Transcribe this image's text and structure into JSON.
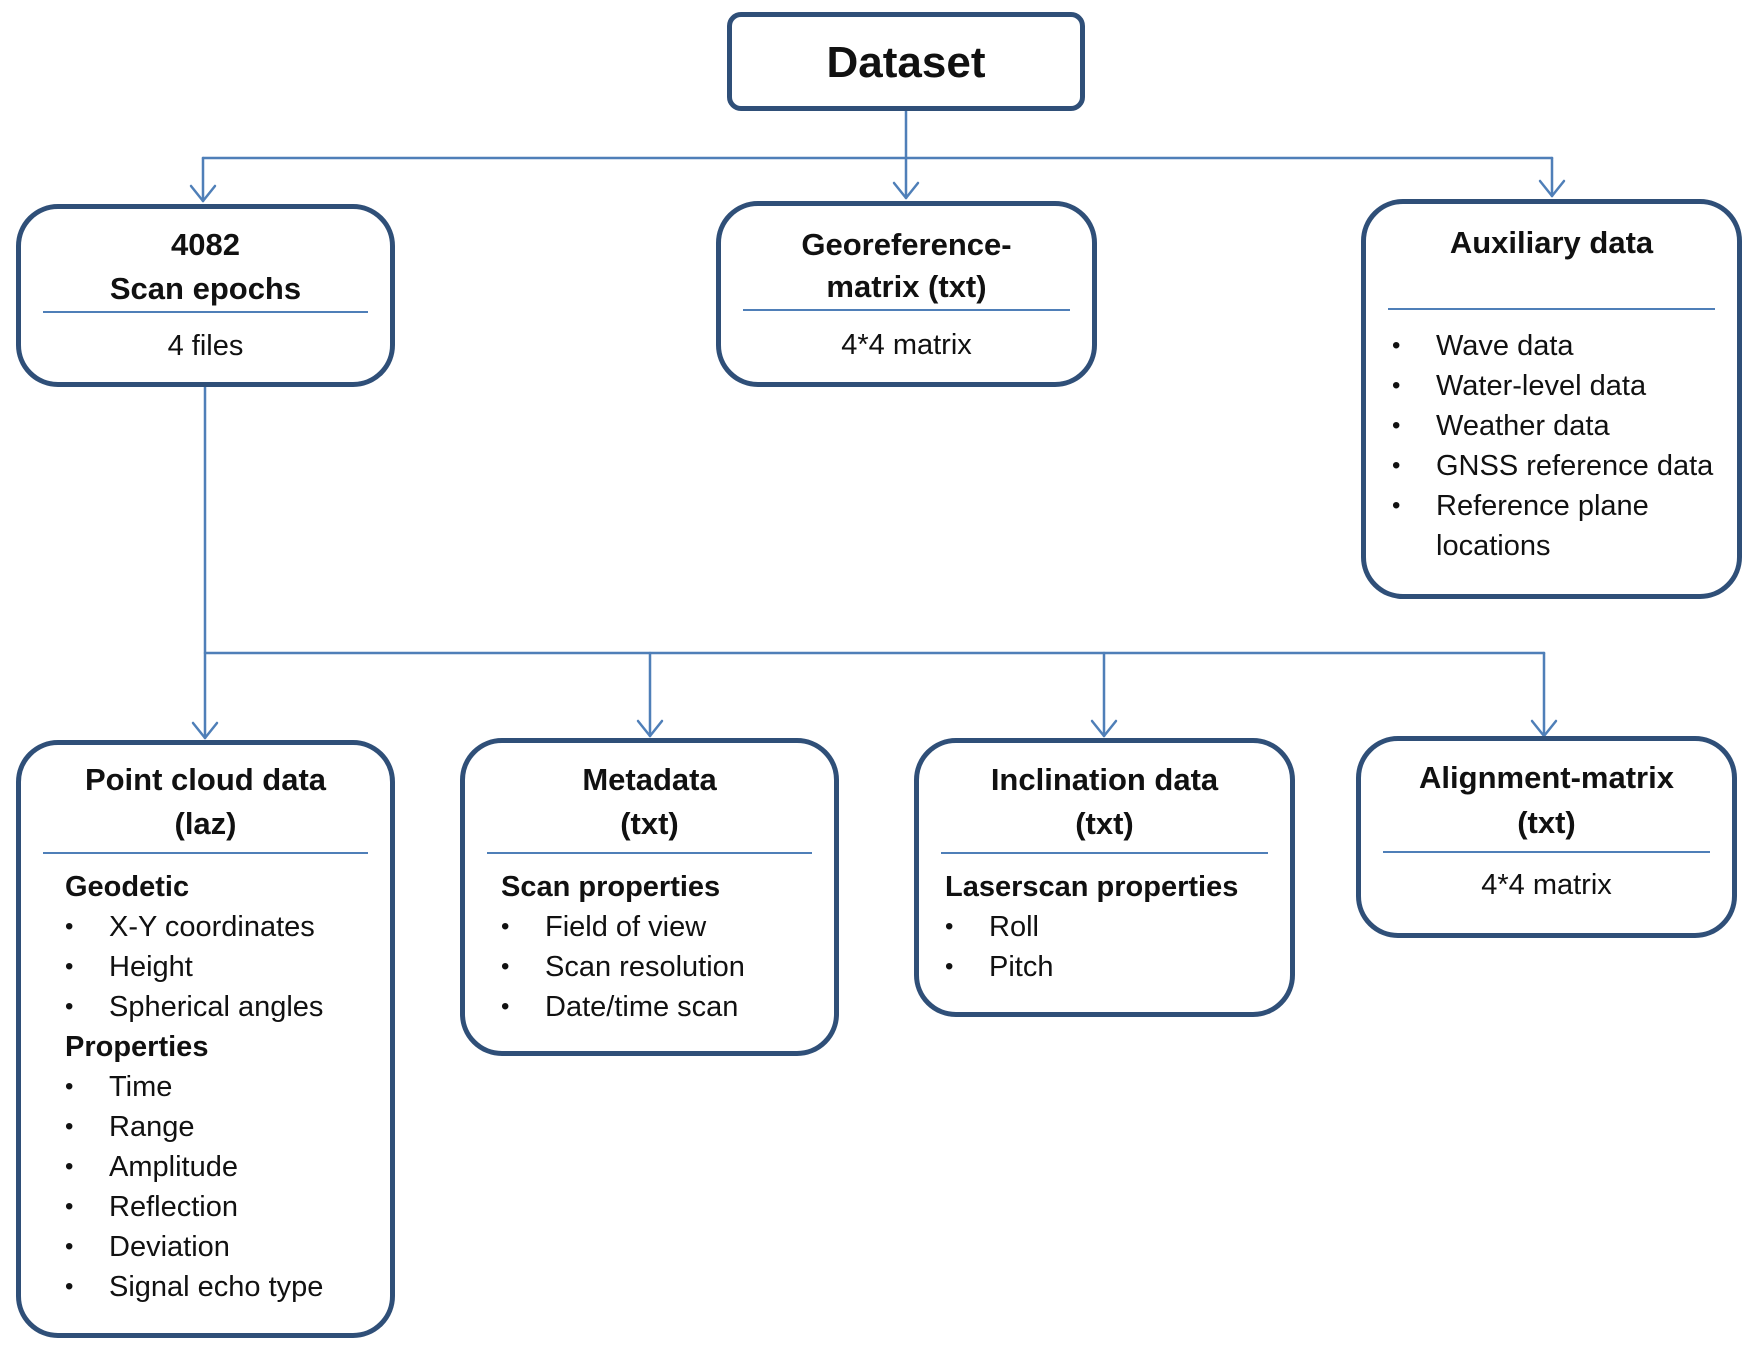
{
  "colors": {
    "border": "#2f4f78",
    "connector": "#4f7fb8"
  },
  "dataset": {
    "title": "Dataset"
  },
  "scan_epochs": {
    "title_line1": "4082",
    "title_line2": "Scan epochs",
    "detail": "4 files"
  },
  "georeference": {
    "title_line1": "Georeference-",
    "title_line2": "matrix (txt)",
    "detail": "4*4 matrix"
  },
  "auxiliary": {
    "title": "Auxiliary data",
    "items": [
      "Wave data",
      "Water-level data",
      "Weather data",
      "GNSS reference data",
      "Reference plane locations"
    ]
  },
  "point_cloud": {
    "title_line1": "Point cloud data",
    "title_line2": "(laz)",
    "section1": {
      "heading": "Geodetic",
      "items": [
        "X-Y coordinates",
        "Height",
        "Spherical angles"
      ]
    },
    "section2": {
      "heading": "Properties",
      "items": [
        "Time",
        "Range",
        "Amplitude",
        "Reflection",
        "Deviation",
        "Signal echo type"
      ]
    }
  },
  "metadata": {
    "title_line1": "Metadata",
    "title_line2": "(txt)",
    "heading": "Scan properties",
    "items": [
      "Field of view",
      "Scan resolution",
      "Date/time scan"
    ]
  },
  "inclination": {
    "title_line1": "Inclination data",
    "title_line2": "(txt)",
    "heading": "Laserscan properties",
    "items": [
      "Roll",
      "Pitch"
    ]
  },
  "alignment": {
    "title_line1": "Alignment-matrix",
    "title_line2": "(txt)",
    "detail": "4*4 matrix"
  }
}
